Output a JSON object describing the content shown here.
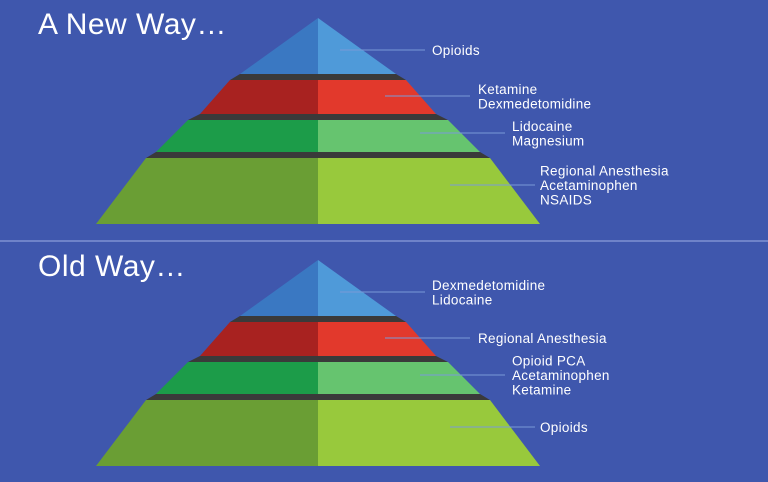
{
  "colors": {
    "background": "#3f57ad",
    "opioids_tier_light": "#4f9ad9",
    "opioids_tier_dark": "#3a78c2",
    "red_tier_light": "#e2392c",
    "red_tier_dark": "#a82220",
    "green_tier_light": "#66c46f",
    "green_tier_dark": "#1c9c49",
    "lime_tier_light": "#98c93c",
    "lime_tier_dark": "#6a9e34",
    "spacer": "#3a3a3a"
  },
  "new_way": {
    "title": "A New Way…",
    "tiers": [
      {
        "lines": [
          "Opioids"
        ]
      },
      {
        "lines": [
          "Ketamine",
          "Dexmedetomidine"
        ]
      },
      {
        "lines": [
          "Lidocaine",
          "Magnesium"
        ]
      },
      {
        "lines": [
          "Regional Anesthesia",
          "Acetaminophen",
          "NSAIDS"
        ]
      }
    ]
  },
  "old_way": {
    "title": "Old Way…",
    "tiers": [
      {
        "lines": [
          "Dexmedetomidine",
          "Lidocaine"
        ]
      },
      {
        "lines": [
          "Regional Anesthesia"
        ]
      },
      {
        "lines": [
          "Opioid PCA",
          "Acetaminophen",
          "Ketamine"
        ]
      },
      {
        "lines": [
          "Opioids"
        ]
      }
    ]
  }
}
